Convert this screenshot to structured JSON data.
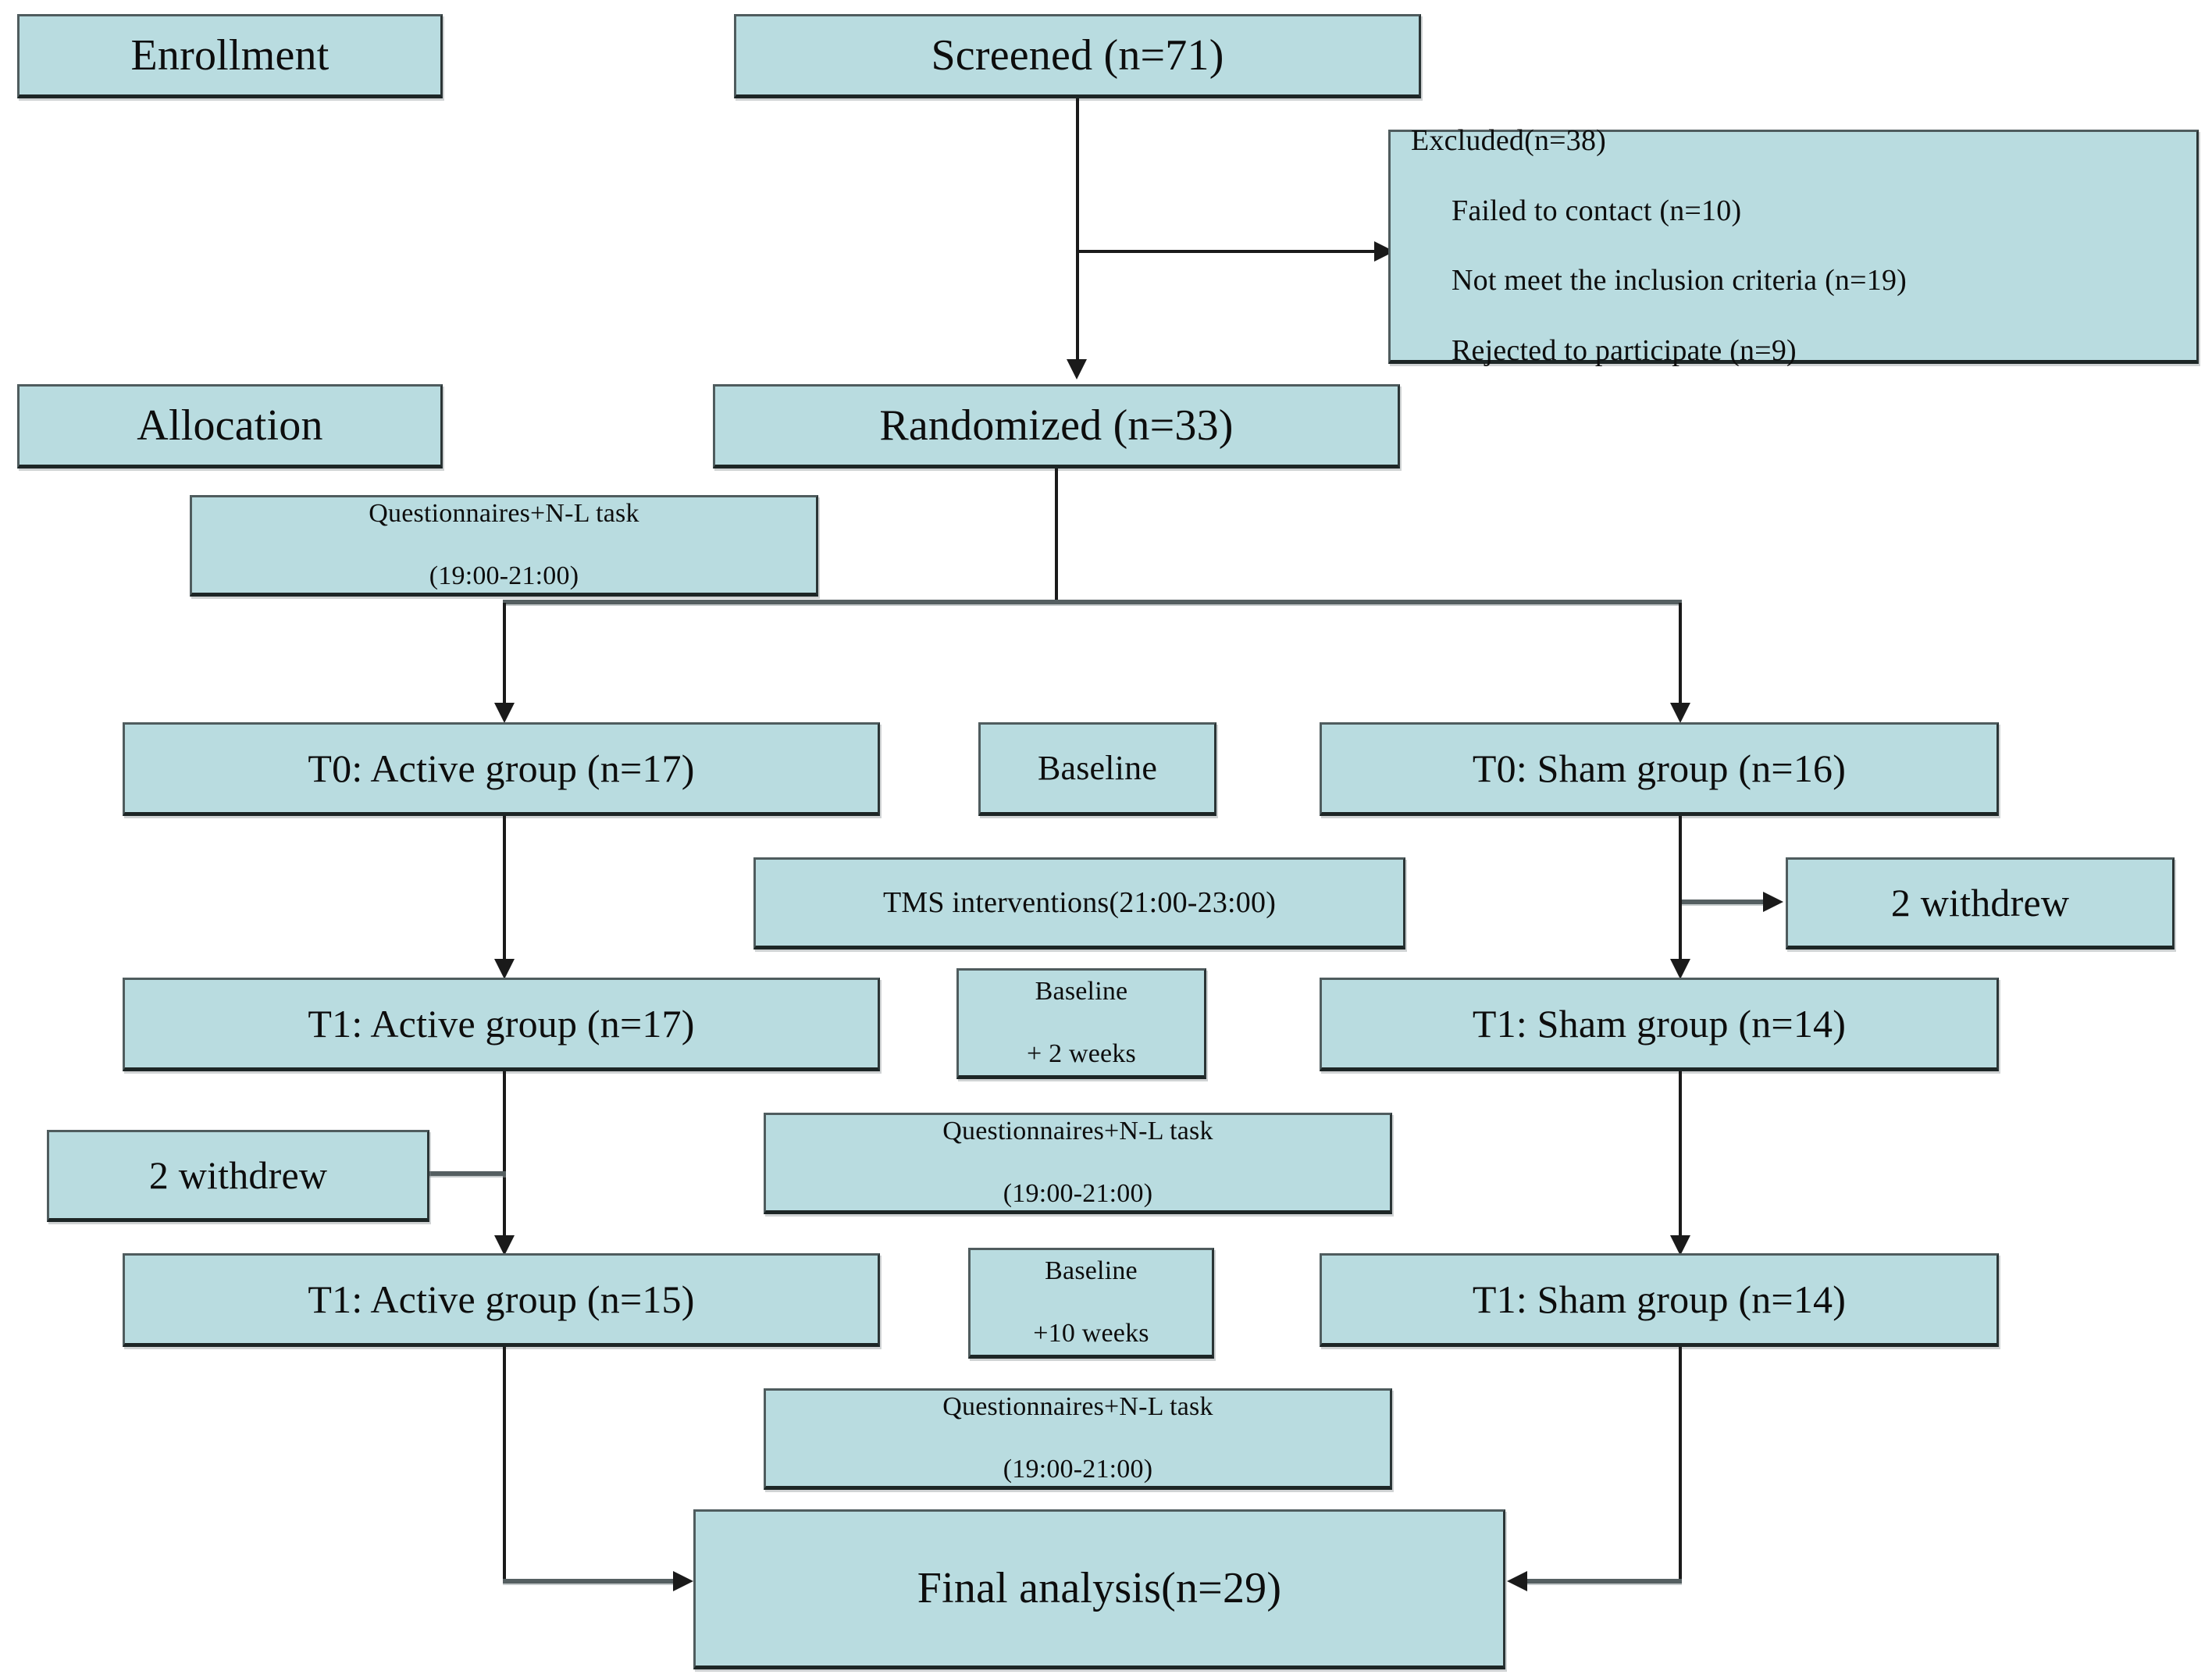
{
  "diagram": {
    "title": "CONSORT participant flow diagram",
    "colors": {
      "box_fill": "#b9dce0",
      "box_border": "#4f5c5e",
      "connector": "#1a1a1a",
      "text": "#0d0d0d",
      "background": "#ffffff"
    },
    "stages": {
      "enrollment_label": "Enrollment",
      "allocation_label": "Allocation"
    },
    "boxes": {
      "screened": "Screened (n=71)",
      "excluded_title": "Excluded(n=38)",
      "excluded_reasons": [
        "Failed to contact (n=10)",
        "Not meet the inclusion criteria (n=19)",
        "Rejected to participate (n=9)"
      ],
      "randomized": "Randomized (n=33)",
      "questionnaires_1_line1": "Questionnaires+N-L task",
      "questionnaires_1_line2": "(19:00-21:00)",
      "t0_active": "T0: Active group (n=17)",
      "baseline": "Baseline",
      "t0_sham": "T0: Sham group (n=16)",
      "tms_interventions": "TMS interventions(21:00-23:00)",
      "withdrew_sham": "2 withdrew",
      "t1_active_17": "T1: Active group (n=17)",
      "baseline_2w_line1": "Baseline",
      "baseline_2w_line2": "+ 2 weeks",
      "t1_sham_14a": "T1: Sham group (n=14)",
      "withdrew_active": "2 withdrew",
      "questionnaires_2_line1": "Questionnaires+N-L task",
      "questionnaires_2_line2": "(19:00-21:00)",
      "t1_active_15": "T1: Active group (n=15)",
      "baseline_10w_line1": "Baseline",
      "baseline_10w_line2": "+10 weeks",
      "t1_sham_14b": "T1: Sham group (n=14)",
      "questionnaires_3_line1": "Questionnaires+N-L task",
      "questionnaires_3_line2": "(19:00-21:00)",
      "final_analysis": "Final analysis(n=29)"
    }
  }
}
